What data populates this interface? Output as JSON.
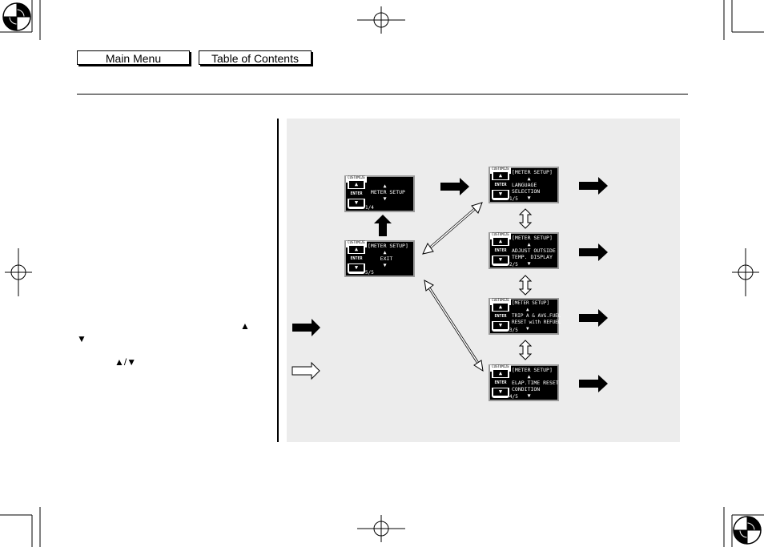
{
  "nav": {
    "main_menu": "Main Menu",
    "table_of_contents": "Table of Contents"
  },
  "left_column": {
    "up_arrow": "▲",
    "down_arrow": "▼",
    "arrows_pair": "▲ ▼",
    "slash": "/"
  },
  "screens": [
    {
      "tag": "CUSTOMIZE GROUP",
      "lines": "     ▲\n METER SETUP\n     ▼",
      "page": "1/4"
    },
    {
      "tag": "CUSTOMIZE MENU",
      "lines": "[METER SETUP]\n     ▲\n    EXIT\n     ▼",
      "page": "5/5"
    },
    {
      "tag": "CUSTOMIZE MENU",
      "lines": "[METER SETUP]\n     ▲\nLANGUAGE\nSELECTION\n     ▼",
      "page": "1/5"
    },
    {
      "tag": "CUSTOMIZE MENU",
      "lines": "[METER SETUP]\n     ▲\nADJUST OUTSIDE\nTEMP. DISPLAY\n     ▼",
      "page": "2/5"
    },
    {
      "tag": "CUSTOMIZE MENU",
      "lines": "[METER SETUP]\n     ▲\nTRIP A & AVG.FUEL\nRESET with REFUEL\n     ▼",
      "page": "3/5"
    },
    {
      "tag": "CUSTOMIZE MENU",
      "lines": "[METER SETUP]\n     ▲\nELAP.TIME RESET\nCONDITION\n     ▼",
      "page": "4/5"
    }
  ],
  "enter_label": "ENTER",
  "knob_up": "▲",
  "knob_down": "▼"
}
